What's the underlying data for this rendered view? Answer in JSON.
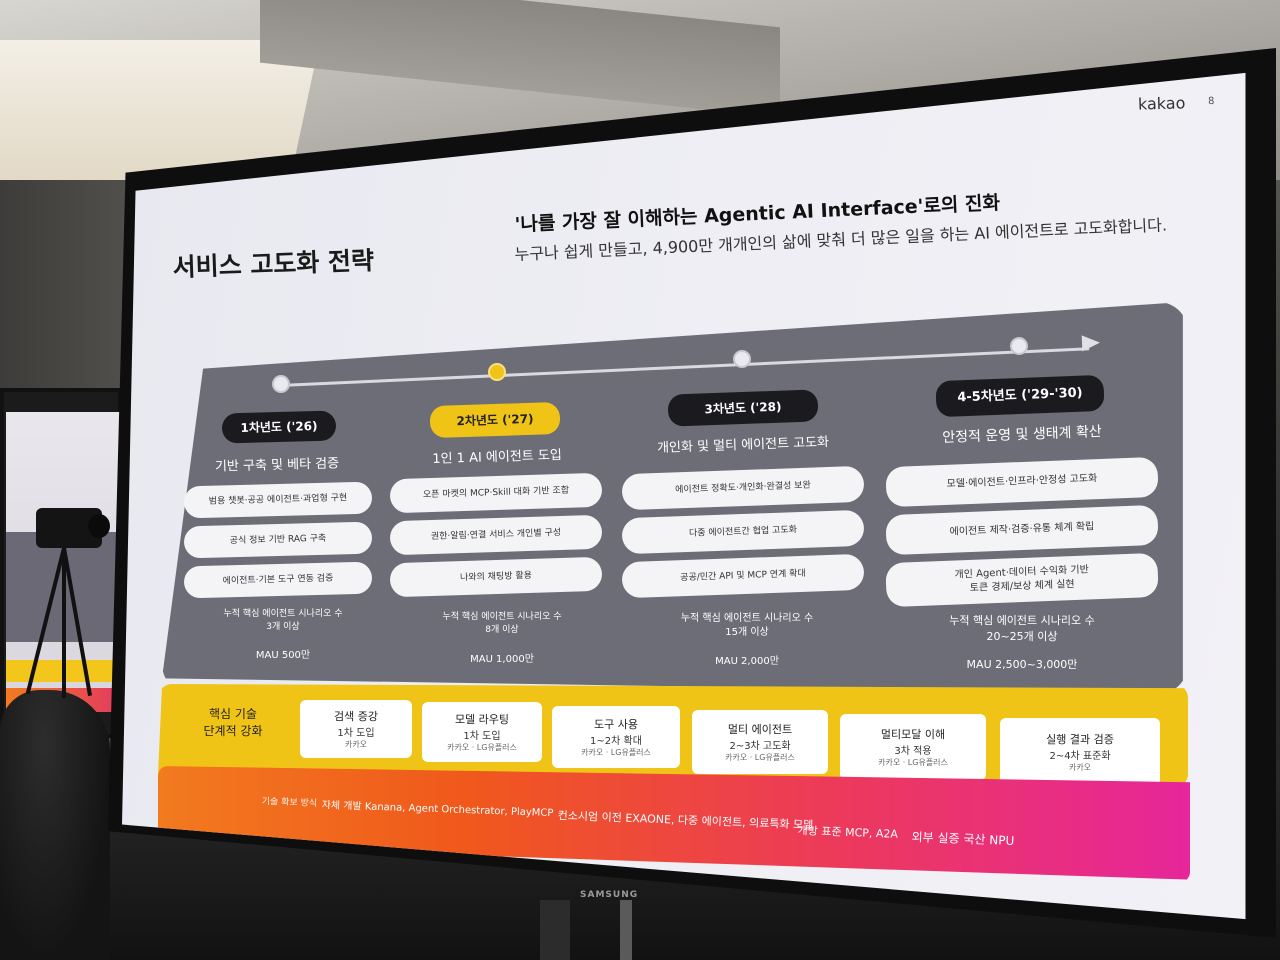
{
  "slide": {
    "brand": "kakao",
    "page_number": "8",
    "title": "서비스 고도화 전략",
    "headline": "'나를 가장 잘 이해하는 Agentic AI Interface'로의 진화",
    "subline": "누구나 쉽게 만들고, 4,900만 개개인의 삶에 맞춰 더 많은 일을 하는 AI 에이전트로 고도화합니다."
  },
  "phases": [
    {
      "year": "1차년도 ('26)",
      "title": "기반 구축 및 베타 검증",
      "active": false,
      "items": [
        "범용 챗봇·공공 에이전트·과업형 구현",
        "공식 정보 기반 RAG 구축",
        "에이전트·기본 도구 연동 검증"
      ],
      "metric_line1": "누적 핵심 에이전트 시나리오 수",
      "metric_line2": "3개 이상",
      "mau": "MAU 500만"
    },
    {
      "year": "2차년도 ('27)",
      "title": "1인 1 AI 에이전트 도입",
      "active": true,
      "items": [
        "오픈 마켓의 MCP·Skill 대화 기반 조합",
        "권한·알림·연결 서비스 개인별 구성",
        "나와의 채팅방 활용"
      ],
      "metric_line1": "누적 핵심 에이전트 시나리오 수",
      "metric_line2": "8개 이상",
      "mau": "MAU 1,000만"
    },
    {
      "year": "3차년도 ('28)",
      "title": "개인화 및 멀티 에이전트 고도화",
      "active": false,
      "items": [
        "에이전트 정확도·개인화·완결성 보완",
        "다중 에이전트간 협업 고도화",
        "공공/민간 API 및 MCP 연계 확대"
      ],
      "metric_line1": "누적 핵심 에이전트 시나리오 수",
      "metric_line2": "15개 이상",
      "mau": "MAU 2,000만"
    },
    {
      "year": "4-5차년도 ('29-'30)",
      "title": "안정적 운영 및 생태계 확산",
      "active": false,
      "items": [
        "모델·에이전트·인프라·안정성 고도화",
        "에이전트 제작·검증·유통 체계 확립",
        "개인 Agent·데이터 수익화 기반\n토큰 경제/보상 체계 실현"
      ],
      "metric_line1": "누적 핵심 에이전트 시나리오 수",
      "metric_line2": "20~25개 이상",
      "mau": "MAU 2,500~3,000만"
    }
  ],
  "tech": {
    "label_line1": "핵심 기술",
    "label_line2": "단계적 강화",
    "cards": [
      {
        "name": "검색 증강",
        "stage": "1차 도입",
        "org": "카카오"
      },
      {
        "name": "모델 라우팅",
        "stage": "1차 도입",
        "org": "카카오 · LG유플러스"
      },
      {
        "name": "도구 사용",
        "stage": "1~2차 확대",
        "org": "카카오 · LG유플러스"
      },
      {
        "name": "멀티 에이전트",
        "stage": "2~3차 고도화",
        "org": "카카오 · LG유플러스"
      },
      {
        "name": "멀티모달 이해",
        "stage": "3차 적용",
        "org": "카카오 · LG유플러스"
      },
      {
        "name": "실행 결과 검증",
        "stage": "2~4차 표준화",
        "org": "카카오"
      }
    ]
  },
  "band": {
    "label": "기술 확보 방식",
    "segments": [
      "자체 개발 Kanana, Agent Orchestrator, PlayMCP",
      "컨소시엄 이전 EXAONE, 다중 에이전트, 의료특화 모델",
      "개방 표준 MCP, A2A",
      "외부 실증 국산 NPU"
    ]
  },
  "monitor": {
    "brand": "SAMSUNG"
  },
  "colors": {
    "accent_yellow": "#f0c417",
    "panel_gray": "#6d6d77",
    "pill_dark": "#1b1b1f",
    "band_start": "#f27a1f",
    "band_end": "#e6269a"
  }
}
